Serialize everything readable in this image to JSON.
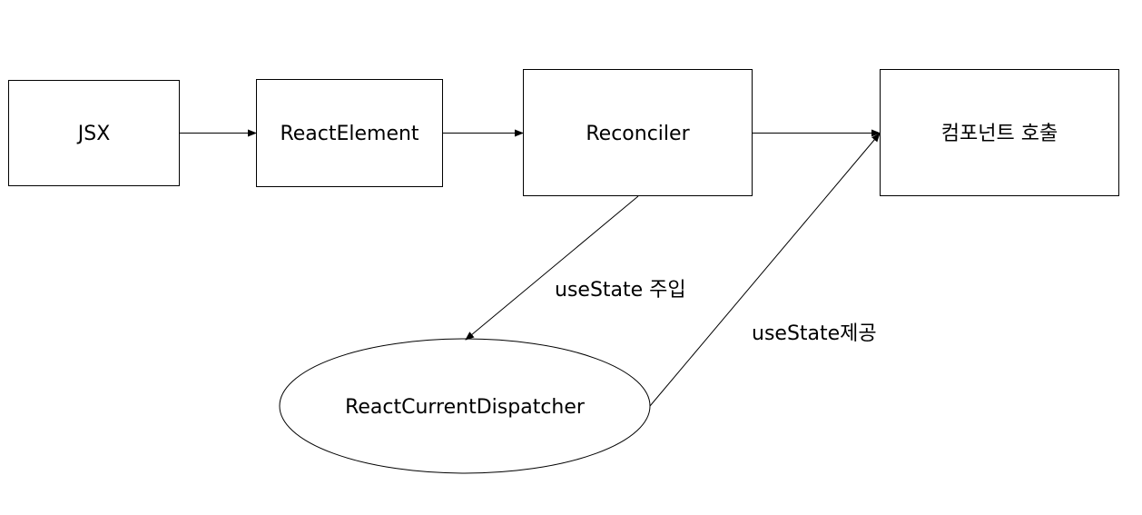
{
  "diagram": {
    "nodes": {
      "jsx": {
        "label": "JSX"
      },
      "react_element": {
        "label": "ReactElement"
      },
      "reconciler": {
        "label": "Reconciler"
      },
      "component_call": {
        "label": "컴포넌트 호출"
      },
      "dispatcher": {
        "label": "ReactCurrentDispatcher"
      }
    },
    "edges": {
      "inject": {
        "label": "useState 주입"
      },
      "provide": {
        "label": "useState제공"
      }
    }
  }
}
